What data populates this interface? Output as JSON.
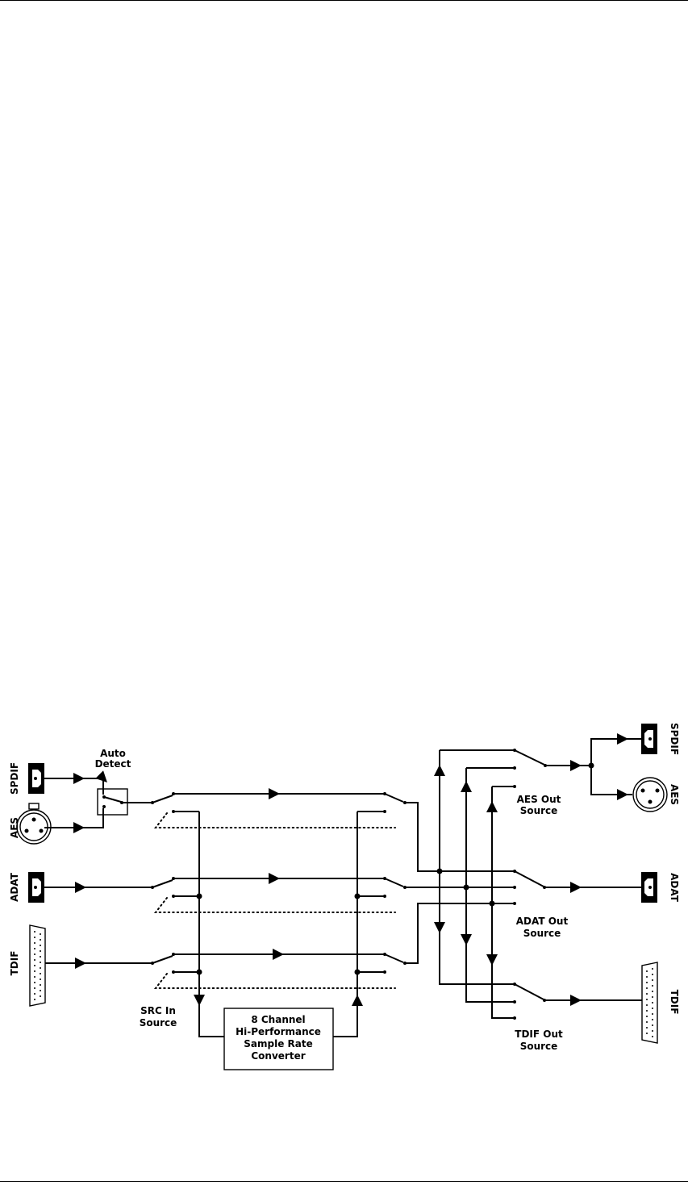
{
  "inputs": {
    "spdif": "SPDIF",
    "aes": "AES",
    "adat": "ADAT",
    "tdif": "TDIF"
  },
  "outputs": {
    "spdif": "SPDIF",
    "aes": "AES",
    "adat": "ADAT",
    "tdif": "TDIF"
  },
  "auto_detect": [
    "Auto",
    "Detect"
  ],
  "src_in_source": [
    "SRC In",
    "Source"
  ],
  "converter": [
    "8 Channel",
    "Hi-Performance",
    "Sample Rate",
    "Converter"
  ],
  "aes_out_source": [
    "AES Out",
    "Source"
  ],
  "adat_out_source": [
    "ADAT Out",
    "Source"
  ],
  "tdif_out_source": [
    "TDIF Out",
    "Source"
  ]
}
